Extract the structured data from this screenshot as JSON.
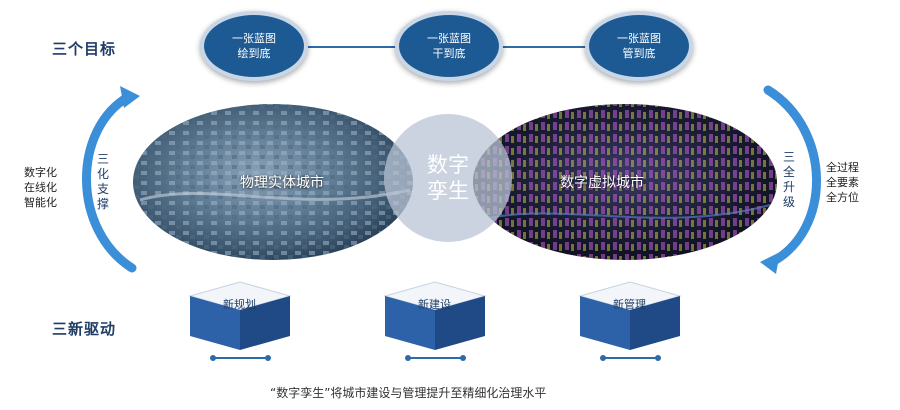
{
  "goals": {
    "title": "三个目标",
    "items": [
      {
        "line1": "一张蓝图",
        "line2": "绘到底"
      },
      {
        "line1": "一张蓝图",
        "line2": "干到底"
      },
      {
        "line1": "一张蓝图",
        "line2": "管到底"
      }
    ]
  },
  "drivers": {
    "title": "三新驱动",
    "items": [
      "新规划",
      "新建设",
      "新管理"
    ]
  },
  "left": {
    "labels": [
      "数字化",
      "在线化",
      "智能化"
    ],
    "arrow_text": "三化支撑"
  },
  "right": {
    "labels": [
      "全过程",
      "全要素",
      "全方位"
    ],
    "arrow_text": "三全升级"
  },
  "center": {
    "physical_city": "物理实体城市",
    "digital_city": "数字虚拟城市",
    "twin_line1": "数字",
    "twin_line2": "孪生"
  },
  "caption": "“数字孪生”将城市建设与管理提升至精细化治理水平",
  "colors": {
    "accent": "#1d5a94",
    "arrow": "#3b8fd8",
    "cube_front": "#2d62a8"
  }
}
